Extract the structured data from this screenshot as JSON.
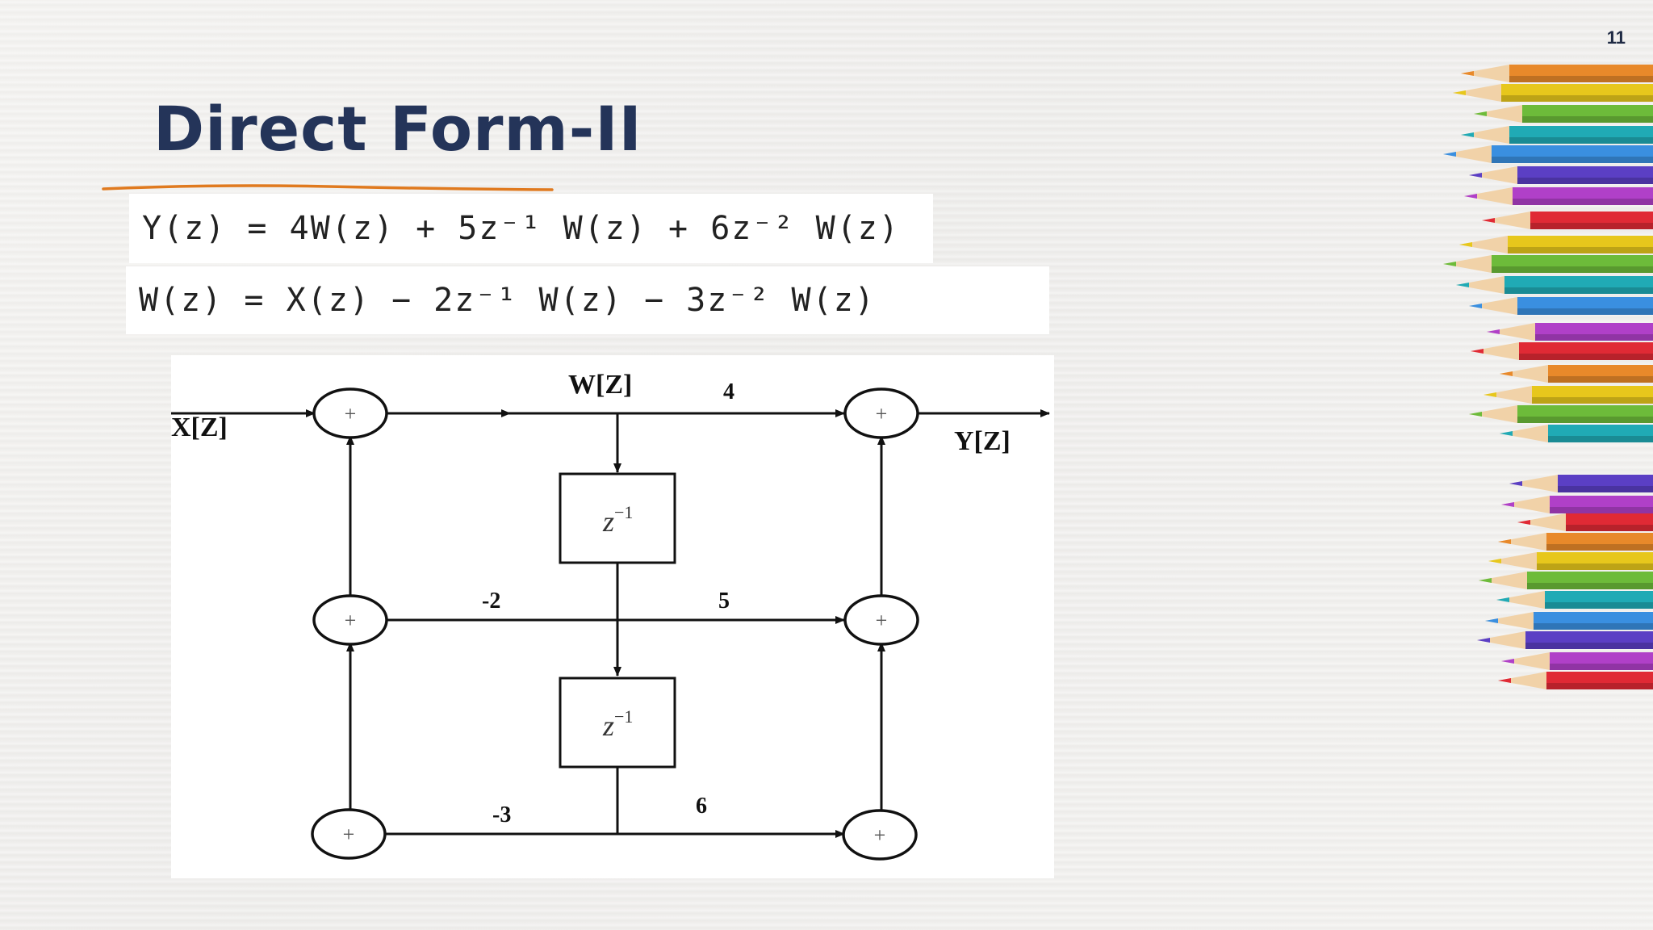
{
  "slide": {
    "page_number": "11",
    "title": "Direct Form-II"
  },
  "equations": [
    "Y(z) = 4W(z) + 5z⁻¹ W(z) + 6z⁻² W(z)",
    "W(z) =  X(z) − 2z⁻¹ W(z) − 3z⁻² W(z)"
  ],
  "diagram": {
    "input_label": "X[Z]",
    "output_label": "Y[Z]",
    "node_label": "W[Z]",
    "adder_symbol": "+",
    "delay_label_base": "z",
    "delay_label_exp": "−1",
    "feedback_gains": [
      "-2",
      "-3"
    ],
    "feedforward_gains": [
      "4",
      "5",
      "6"
    ]
  },
  "colors": {
    "title": "#243459",
    "underline": "#e07a1f",
    "diagram_line": "#111111"
  }
}
